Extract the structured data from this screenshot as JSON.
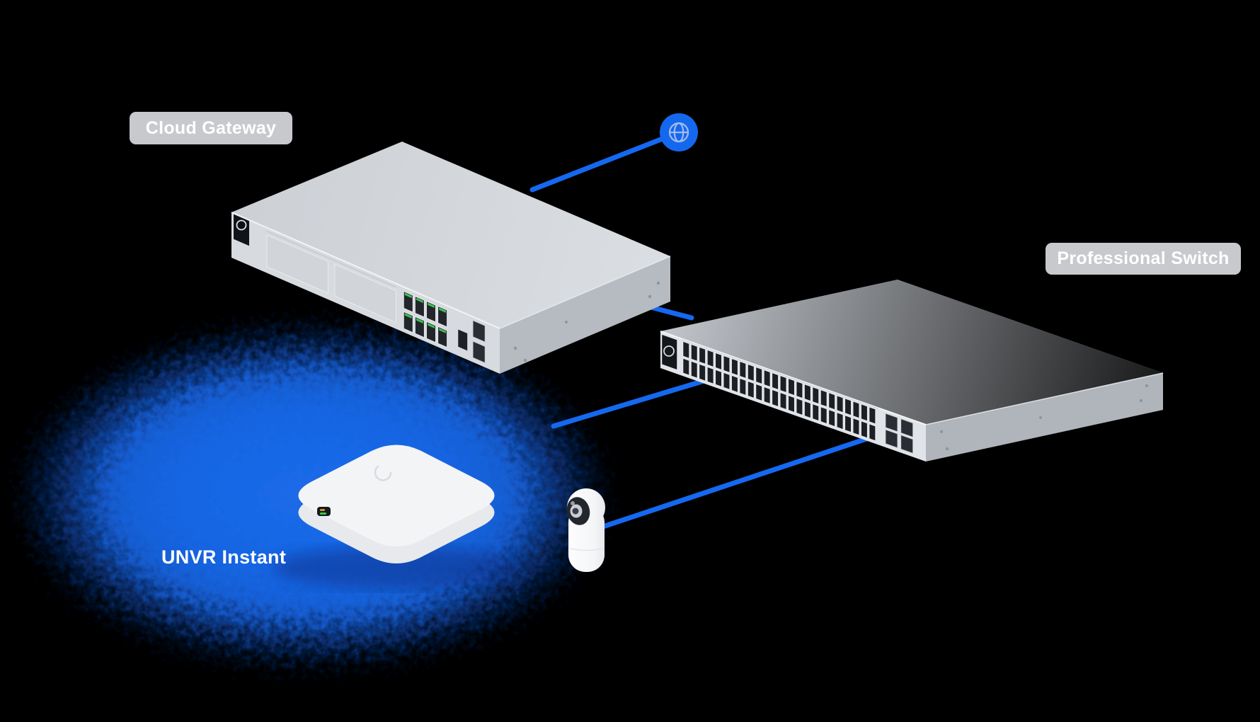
{
  "scene": {
    "background_color": "#000000",
    "accent_blue": "#1569F0",
    "glow_color": "#1766E4",
    "label_background": "#C8C9CC",
    "label_text_color": "#FFFFFF"
  },
  "labels": {
    "cloud_gateway": "Cloud Gateway",
    "professional_switch": "Professional Switch",
    "unvr_instant": "UNVR Instant"
  },
  "devices": {
    "cloud_gateway": {
      "label": "Cloud Gateway",
      "type": "rack-gateway",
      "rj45_ports": 8,
      "sfp_ports": 2,
      "drive_bays": 2,
      "has_status_display": true
    },
    "professional_switch": {
      "label": "Professional Switch",
      "type": "rack-switch",
      "rj45_ports": 48,
      "sfp_ports": 4,
      "has_status_display": true
    },
    "unvr_instant": {
      "label": "UNVR Instant",
      "type": "network-video-recorder"
    },
    "camera": {
      "type": "camera"
    },
    "internet": {
      "type": "globe"
    }
  },
  "connections": [
    {
      "from": "internet",
      "to": "cloud_gateway"
    },
    {
      "from": "cloud_gateway",
      "to": "professional_switch"
    },
    {
      "from": "professional_switch",
      "to": "unvr_instant"
    },
    {
      "from": "professional_switch",
      "to": "camera"
    }
  ]
}
